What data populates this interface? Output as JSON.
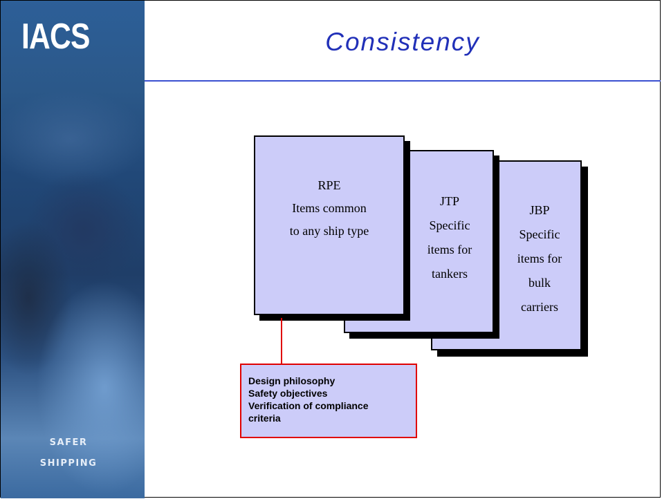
{
  "slide": {
    "logo_text": "IACS",
    "tagline": [
      "SAFER",
      "SHIPPING"
    ],
    "title": "Consistency",
    "colors": {
      "title": "#2130b8",
      "card_fill": "#ccccf9",
      "connector": "#e00000",
      "sidebar": "#2b5889"
    }
  },
  "diagram": {
    "cards": [
      {
        "name": "RPE",
        "lines": [
          "RPE",
          "Items common",
          "to any ship type"
        ]
      },
      {
        "name": "JTP",
        "lines": [
          "JTP",
          "Specific",
          "items for",
          "tankers"
        ]
      },
      {
        "name": "JBP",
        "lines": [
          "JBP",
          "Specific",
          "items for",
          "bulk",
          "carriers"
        ]
      }
    ],
    "note": {
      "lines": [
        "Design philosophy",
        "Safety objectives",
        "Verification of compliance",
        "criteria"
      ]
    }
  }
}
